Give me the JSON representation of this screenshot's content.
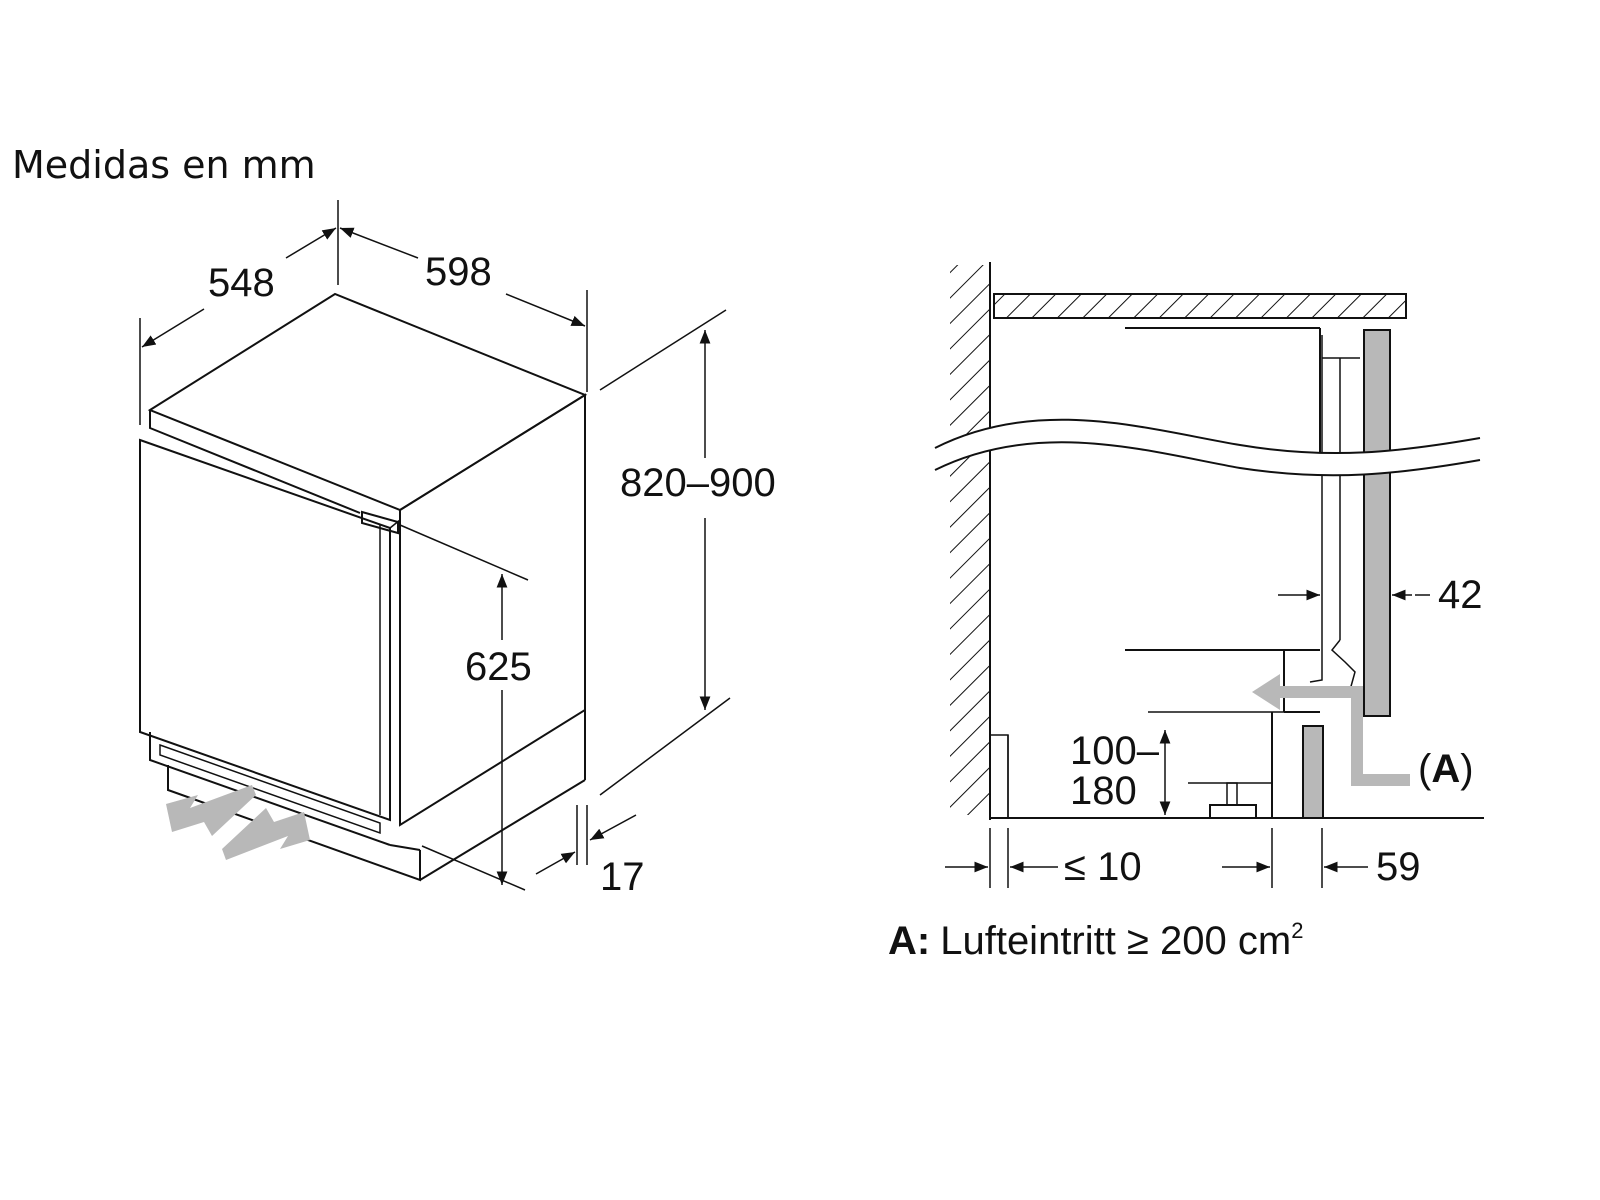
{
  "title": "Medidas en mm",
  "colors": {
    "line": "#111111",
    "grey": "#b8b8b8",
    "background": "#ffffff"
  },
  "left_view": {
    "dim_depth": "548",
    "dim_width": "598",
    "dim_height": "820–900",
    "dim_door_height": "625",
    "dim_bottom_offset": "17"
  },
  "right_view": {
    "dim_panel": "42",
    "dim_plinth_line1": "100–",
    "dim_plinth_line2": "180",
    "dim_gap": "≤ 10",
    "dim_recess": "59",
    "marker": "(A)",
    "marker_letter": "A"
  },
  "note": {
    "key": "A:",
    "text": "Lufteintritt ≥ 200 cm",
    "superscript": "2"
  }
}
